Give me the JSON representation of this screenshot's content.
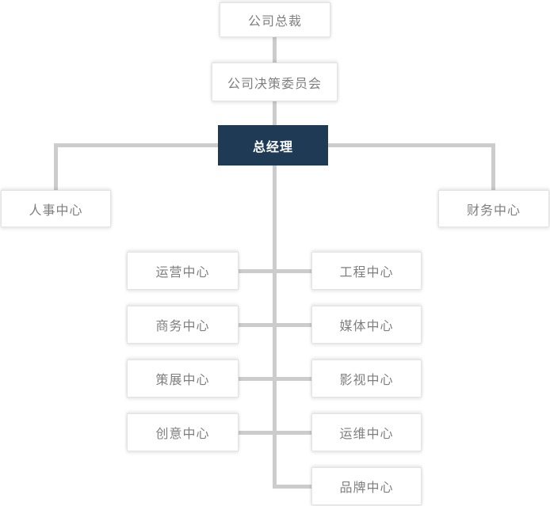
{
  "colors": {
    "accent": "#1e3a55",
    "line": "#cccccc",
    "box_border": "#e4e4e4",
    "text": "#7f7f7f",
    "accent_text": "#ffffff"
  },
  "nodes": {
    "president": {
      "label": "公司总裁"
    },
    "committee": {
      "label": "公司决策委员会"
    },
    "general_manager": {
      "label": "总经理"
    },
    "hr": {
      "label": "人事中心"
    },
    "finance": {
      "label": "财务中心"
    },
    "operations": {
      "label": "运营中心"
    },
    "engineering": {
      "label": "工程中心"
    },
    "business": {
      "label": "商务中心"
    },
    "media": {
      "label": "媒体中心"
    },
    "curation": {
      "label": "策展中心"
    },
    "film": {
      "label": "影视中心"
    },
    "creative": {
      "label": "创意中心"
    },
    "maintenance": {
      "label": "运维中心"
    },
    "brand": {
      "label": "品牌中心"
    }
  },
  "hierarchy": {
    "公司总裁": [
      "公司决策委员会"
    ],
    "公司决策委员会": [
      "总经理"
    ],
    "总经理": [
      "人事中心",
      "财务中心",
      "运营中心",
      "工程中心",
      "商务中心",
      "媒体中心",
      "策展中心",
      "影视中心",
      "创意中心",
      "运维中心",
      "品牌中心"
    ]
  }
}
